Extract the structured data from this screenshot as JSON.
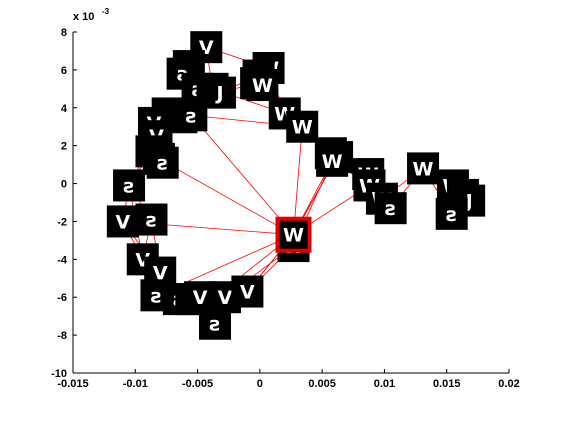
{
  "chart_data": {
    "type": "scatter",
    "title": "",
    "xlabel": "",
    "ylabel": "",
    "xlim": [
      -0.015,
      0.02
    ],
    "ylim": [
      -0.01,
      0.008
    ],
    "y_multiplier_label": "x 10",
    "y_multiplier_exponent": "-3",
    "x_ticks": [
      -0.015,
      -0.01,
      -0.005,
      0,
      0.005,
      0.01,
      0.015,
      0.02
    ],
    "x_tick_labels": [
      "-0.015",
      "-0.01",
      "-0.005",
      "0",
      "0.005",
      "0.01",
      "0.015",
      "0.02"
    ],
    "y_ticks": [
      -0.01,
      -0.008,
      -0.006,
      -0.004,
      -0.002,
      0,
      0.002,
      0.004,
      0.006,
      0.008
    ],
    "y_tick_labels": [
      "-10",
      "-8",
      "-6",
      "-4",
      "-2",
      "0",
      "2",
      "4",
      "6",
      "8"
    ],
    "grid": false,
    "colors": {
      "edge": "#ff0000",
      "highlight": "#e00000",
      "thumb_bg": "#000000",
      "thumb_glyph": "#ffffff"
    },
    "highlighted_index": 45,
    "points": [
      {
        "x": -0.0043,
        "y": 0.0072,
        "glyph": "V"
      },
      {
        "x": -0.0057,
        "y": 0.0062,
        "glyph": "ꙅ"
      },
      {
        "x": -0.0062,
        "y": 0.0058,
        "glyph": "ꙅ"
      },
      {
        "x": -0.005,
        "y": 0.005,
        "glyph": "ꙅ"
      },
      {
        "x": -0.0038,
        "y": 0.005,
        "glyph": "ꙅ"
      },
      {
        "x": -0.0032,
        "y": 0.0048,
        "glyph": "J"
      },
      {
        "x": 0.0007,
        "y": 0.0061,
        "glyph": "W"
      },
      {
        "x": -0.0001,
        "y": 0.0057,
        "glyph": "W"
      },
      {
        "x": -0.0003,
        "y": 0.0053,
        "glyph": "W"
      },
      {
        "x": 0.0002,
        "y": 0.0052,
        "glyph": "W"
      },
      {
        "x": -0.0074,
        "y": 0.0037,
        "glyph": "V"
      },
      {
        "x": -0.0063,
        "y": 0.0035,
        "glyph": "ꙅ"
      },
      {
        "x": -0.0055,
        "y": 0.0036,
        "glyph": "ꙅ"
      },
      {
        "x": -0.0085,
        "y": 0.0032,
        "glyph": "V"
      },
      {
        "x": -0.0083,
        "y": 0.0025,
        "glyph": "V"
      },
      {
        "x": 0.002,
        "y": 0.0037,
        "glyph": "W"
      },
      {
        "x": 0.0034,
        "y": 0.003,
        "glyph": "W"
      },
      {
        "x": -0.0087,
        "y": 0.0017,
        "glyph": "V"
      },
      {
        "x": -0.0081,
        "y": 0.0013,
        "glyph": "V"
      },
      {
        "x": -0.0078,
        "y": 0.0011,
        "glyph": "ꙅ"
      },
      {
        "x": 0.0057,
        "y": 0.0016,
        "glyph": "W"
      },
      {
        "x": 0.0062,
        "y": 0.0014,
        "glyph": "W"
      },
      {
        "x": 0.0058,
        "y": 0.0012,
        "glyph": "W"
      },
      {
        "x": 0.0087,
        "y": 0.0005,
        "glyph": "W"
      },
      {
        "x": 0.0088,
        "y": -0.0001,
        "glyph": "W"
      },
      {
        "x": 0.0098,
        "y": -0.0008,
        "glyph": "W"
      },
      {
        "x": 0.0105,
        "y": -0.0013,
        "glyph": "ꙅ"
      },
      {
        "x": 0.0131,
        "y": 0.0008,
        "glyph": "W"
      },
      {
        "x": 0.0155,
        "y": -0.0001,
        "glyph": "W"
      },
      {
        "x": 0.0163,
        "y": -0.0006,
        "glyph": "W"
      },
      {
        "x": 0.0168,
        "y": -0.0009,
        "glyph": "J"
      },
      {
        "x": 0.0154,
        "y": -0.0016,
        "glyph": "ꙅ"
      },
      {
        "x": -0.0105,
        "y": -0.0001,
        "glyph": "ꙅ"
      },
      {
        "x": -0.011,
        "y": -0.002,
        "glyph": "V"
      },
      {
        "x": -0.0087,
        "y": -0.0019,
        "glyph": "ꙅ"
      },
      {
        "x": -0.0094,
        "y": -0.004,
        "glyph": "V"
      },
      {
        "x": -0.008,
        "y": -0.0047,
        "glyph": "V"
      },
      {
        "x": -0.0083,
        "y": -0.0059,
        "glyph": "ꙅ"
      },
      {
        "x": -0.0065,
        "y": -0.0061,
        "glyph": "ꙅ"
      },
      {
        "x": -0.0055,
        "y": -0.0061,
        "glyph": "V"
      },
      {
        "x": -0.0038,
        "y": -0.0061,
        "glyph": "ꙅ"
      },
      {
        "x": -0.0048,
        "y": -0.006,
        "glyph": "V"
      },
      {
        "x": -0.0028,
        "y": -0.006,
        "glyph": "V"
      },
      {
        "x": -0.001,
        "y": -0.0057,
        "glyph": "V"
      },
      {
        "x": -0.0036,
        "y": -0.0074,
        "glyph": "ꙅ"
      },
      {
        "x": 0.0027,
        "y": -0.0027,
        "glyph": "W"
      },
      {
        "x": 0.0027,
        "y": -0.0033,
        "glyph": "W"
      }
    ]
  }
}
